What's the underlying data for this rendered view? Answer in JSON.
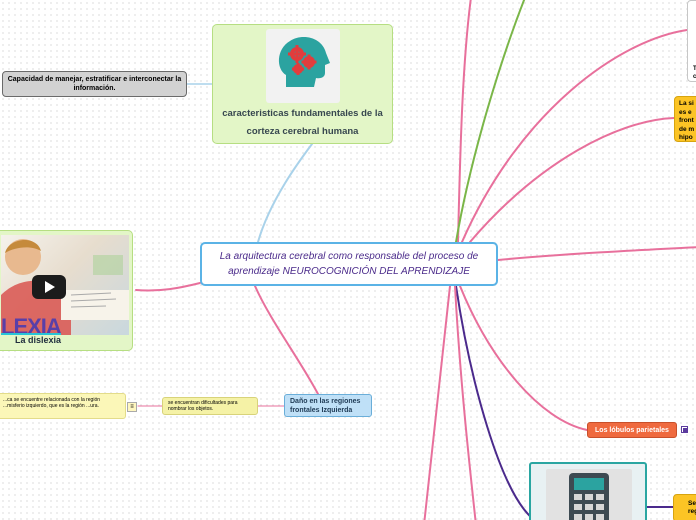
{
  "central": {
    "title": "La arquitectura cerebral como responsable del proceso de aprendizaje NEUROCOGNICIÓN DEL APRENDIZAJE"
  },
  "nodes": {
    "capacidad": "Capacidad de manejar, estratificar e interconectar la información.",
    "caracteristicas": "caracteristicas fundamentales de la corteza cerebral humana",
    "dislexia": "La dislexia",
    "dislexia_logo": "LEXIA",
    "dano": "Daño en las regiones frontales Izquierda",
    "dificultades": "se encuentran dificultades para nombrar los objetos.",
    "hemisferio": "...ca se encuentre relacionada con la región ...misferio izquierdo, que es la región ...ura.",
    "lobulos": "Los lóbulos parietales",
    "right_yellow_top": "La si\nes e\nfront\nde m\nhipo",
    "right_white": "T\nc",
    "right_yellow_bottom": "Se\nregio"
  },
  "colors": {
    "central_border": "#5bb3e6",
    "link_pink": "#e8709c",
    "link_green": "#7ab648",
    "link_blue": "#a9d2ea",
    "link_purple": "#4b2a8c",
    "orange": "#ef6a3f",
    "yellow": "#fcc425"
  },
  "icons": [
    "brain-gears-icon",
    "play-icon",
    "calculator-icon",
    "note-icon",
    "collapse-icon"
  ]
}
